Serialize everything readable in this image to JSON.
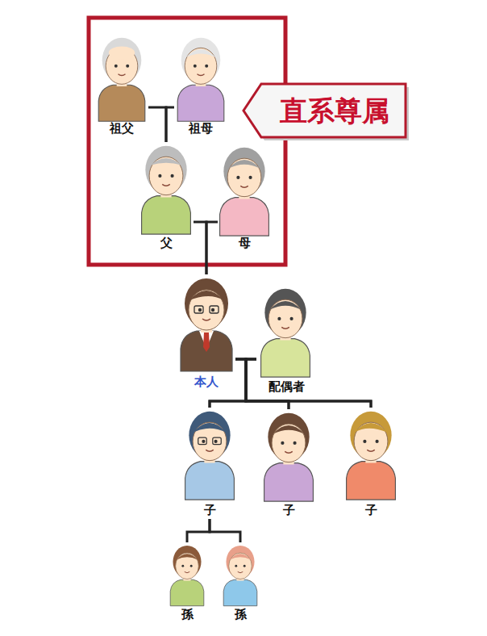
{
  "diagram": {
    "nodes": [
      {
        "text": [
          "祖父"
        ]
      },
      {
        "text": [
          "祖母"
        ]
      },
      {
        "text": [
          "直系尊属"
        ]
      },
      {
        "text": [
          "父"
        ]
      },
      {
        "text": [
          "母"
        ]
      },
      {
        "text": [
          "本人"
        ]
      },
      {
        "text": [
          "配偶者"
        ]
      },
      {
        "text": [
          "子"
        ]
      },
      {
        "text": [
          "子"
        ]
      },
      {
        "text": [
          "子"
        ]
      },
      {
        "text": [
          "孫"
        ]
      },
      {
        "text": [
          "孫"
        ]
      }
    ],
    "edges": [
      {
        "from": 0,
        "to": 3,
        "arrow": "none"
      },
      {
        "from": 1,
        "to": 3,
        "arrow": "none"
      },
      {
        "from": 3,
        "to": 5,
        "arrow": "none"
      },
      {
        "from": 4,
        "to": 5,
        "arrow": "none"
      },
      {
        "from": 5,
        "to": 7,
        "arrow": "none"
      },
      {
        "from": 5,
        "to": 8,
        "arrow": "none"
      },
      {
        "from": 5,
        "to": 9,
        "arrow": "none"
      },
      {
        "from": 6,
        "to": 7,
        "arrow": "none"
      },
      {
        "from": 6,
        "to": 8,
        "arrow": "none"
      },
      {
        "from": 6,
        "to": 9,
        "arrow": "none"
      },
      {
        "from": 7,
        "to": 10,
        "arrow": "none"
      },
      {
        "from": 7,
        "to": 11,
        "arrow": "none"
      }
    ]
  }
}
